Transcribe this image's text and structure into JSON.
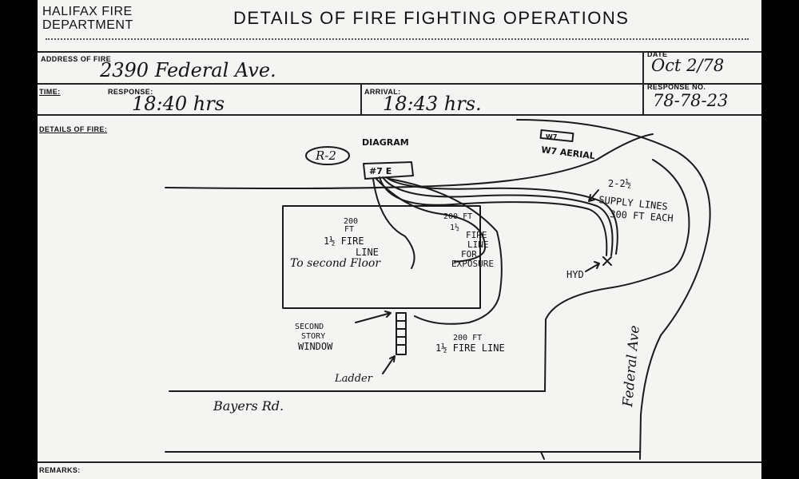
{
  "header": {
    "department_line1": "HALIFAX FIRE",
    "department_line2": "DEPARTMENT",
    "form_title": "DETAILS OF FIRE FIGHTING OPERATIONS"
  },
  "fields": {
    "address_label": "ADDRESS OF FIRE",
    "address_value": "2390 Federal Ave.",
    "date_label": "DATE",
    "date_value": "Oct 2/78",
    "time_label": "TIME:",
    "response_label": "RESPONSE:",
    "response_value": "18:40 hrs",
    "arrival_label": "ARRIVAL:",
    "arrival_value": "18:43 hrs.",
    "response_no_label": "RESPONSE NO.",
    "response_no_value": "78-78-23",
    "details_label": "DETAILS OF FIRE:",
    "remarks_label": "REMARKS:"
  },
  "diagram": {
    "title": "DIAGRAM",
    "r2": "R-2",
    "engine": "#7 E",
    "aerial_box": "W7",
    "aerial": "W7 AERIAL",
    "supply_top": "2-2½",
    "supply_mid": "SUPPLY LINES",
    "supply_bot": "300 FT EACH",
    "hyd": "HYD",
    "line1_a": "200",
    "line1_b": "FT",
    "line1_c": "1½ FIRE",
    "line1_d": "LINE",
    "line1_e": "To second Floor",
    "line2_a": "200 FT",
    "line2_b": "1½",
    "line2_c": "FIRE",
    "line2_d": "LINE",
    "line2_e": "FOR",
    "line2_f": "EXPOSURE",
    "window_a": "SECOND",
    "window_b": "STORY",
    "window_c": "WINDOW",
    "line3_a": "200 FT",
    "line3_b": "1½ FIRE LINE",
    "ladder": "Ladder",
    "street1": "Bayers Rd.",
    "street2": "Federal Ave"
  }
}
